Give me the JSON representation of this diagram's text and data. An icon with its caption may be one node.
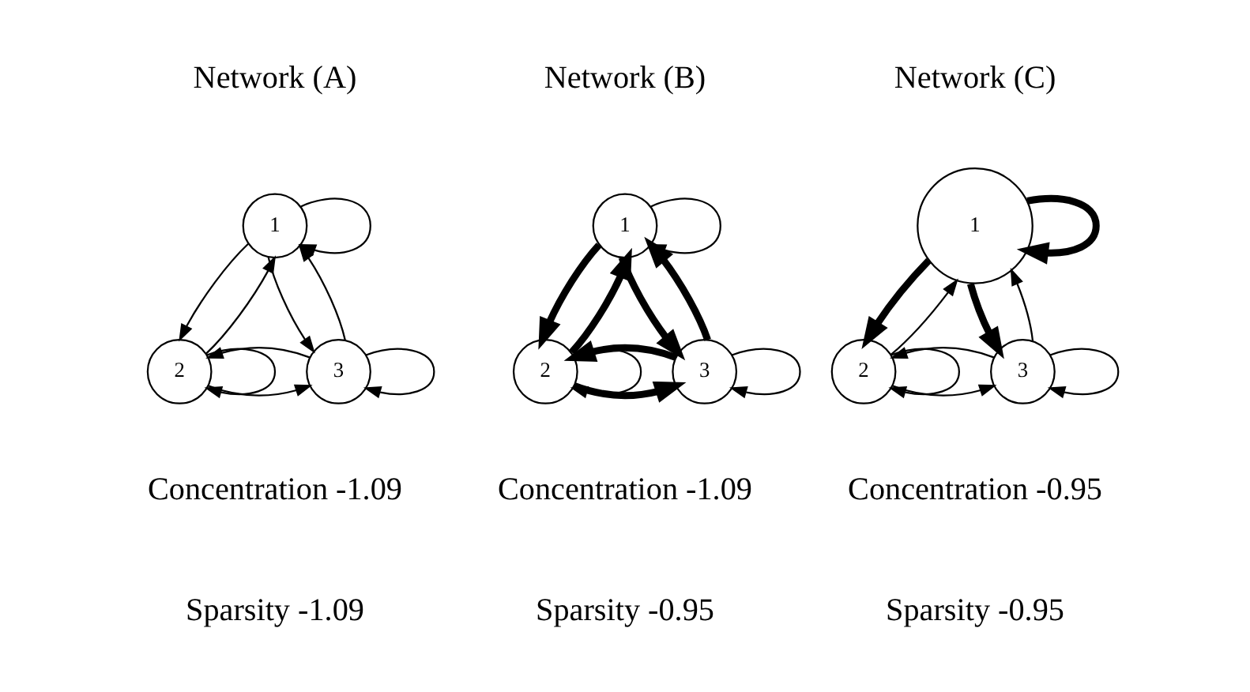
{
  "diagram": {
    "nodes": [
      {
        "text": [
          "1"
        ]
      },
      {
        "text": [
          "2"
        ]
      },
      {
        "text": [
          "3"
        ]
      },
      {
        "text": [
          "1"
        ]
      },
      {
        "text": [
          "2"
        ]
      },
      {
        "text": [
          "3"
        ]
      },
      {
        "text": [
          "1"
        ]
      },
      {
        "text": [
          "2"
        ]
      },
      {
        "text": [
          "3"
        ]
      }
    ],
    "edges": [
      {
        "from": 0,
        "to": 0,
        "arrow": "to"
      },
      {
        "from": 0,
        "to": 1,
        "arrow": "to"
      },
      {
        "from": 0,
        "to": 2,
        "arrow": "to"
      },
      {
        "from": 1,
        "to": 0,
        "arrow": "to"
      },
      {
        "from": 2,
        "to": 0,
        "arrow": "to"
      },
      {
        "from": 1,
        "to": 1,
        "arrow": "to"
      },
      {
        "from": 1,
        "to": 2,
        "arrow": "to"
      },
      {
        "from": 2,
        "to": 1,
        "arrow": "to"
      },
      {
        "from": 2,
        "to": 2,
        "arrow": "to"
      },
      {
        "from": 3,
        "to": 3,
        "arrow": "to"
      },
      {
        "from": 3,
        "to": 4,
        "arrow": "to",
        "style": "thick"
      },
      {
        "from": 3,
        "to": 5,
        "arrow": "to",
        "style": "thick"
      },
      {
        "from": 4,
        "to": 3,
        "arrow": "to",
        "style": "thick"
      },
      {
        "from": 5,
        "to": 3,
        "arrow": "to",
        "style": "thick"
      },
      {
        "from": 4,
        "to": 4,
        "arrow": "to"
      },
      {
        "from": 4,
        "to": 5,
        "arrow": "to",
        "style": "thick"
      },
      {
        "from": 5,
        "to": 4,
        "arrow": "to",
        "style": "thick"
      },
      {
        "from": 5,
        "to": 5,
        "arrow": "to"
      },
      {
        "from": 6,
        "to": 6,
        "arrow": "to",
        "style": "thick"
      },
      {
        "from": 6,
        "to": 7,
        "arrow": "to",
        "style": "thick"
      },
      {
        "from": 6,
        "to": 8,
        "arrow": "to",
        "style": "thick"
      },
      {
        "from": 7,
        "to": 6,
        "arrow": "to"
      },
      {
        "from": 8,
        "to": 6,
        "arrow": "to"
      },
      {
        "from": 7,
        "to": 7,
        "arrow": "to"
      },
      {
        "from": 7,
        "to": 8,
        "arrow": "to"
      },
      {
        "from": 8,
        "to": 7,
        "arrow": "to"
      },
      {
        "from": 8,
        "to": 8,
        "arrow": "to"
      }
    ],
    "labels": [
      "Network (A)",
      "Network (B)",
      "Network (C)",
      "Concentration -1.09",
      "Concentration -1.09",
      "Concentration -0.95",
      "Sparsity -1.09",
      "Sparsity -0.95",
      "Sparsity -0.95"
    ]
  }
}
